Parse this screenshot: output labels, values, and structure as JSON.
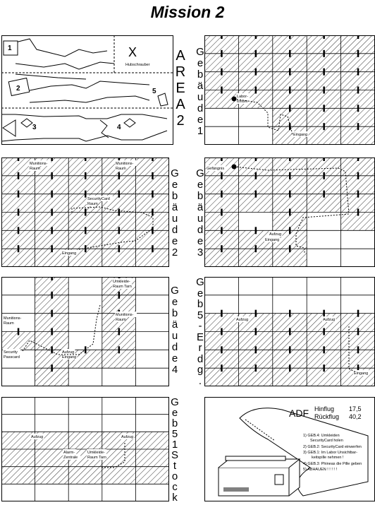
{
  "title": "Mission 2",
  "area": {
    "label": "AREA2",
    "letters": [
      "A",
      "R",
      "E",
      "A",
      "2"
    ],
    "marks": [
      "1",
      "2",
      "3",
      "4",
      "5"
    ],
    "x_mark": "X",
    "x_caption": "Hubschrauber"
  },
  "gebaeude1": {
    "letters": [
      "G",
      "e",
      "b",
      "ä",
      "u",
      "d",
      "e",
      "1"
    ],
    "labels": {
      "lab": "Labor-",
      "lab2": "torium",
      "entrance": "Eingang"
    }
  },
  "gebaeude2": {
    "letters": [
      "G",
      "e",
      "b",
      "ä",
      "u",
      "d",
      "e",
      "2"
    ],
    "labels": {
      "munL": "Munitions-",
      "munL2": "Raum",
      "munR": "Munitions-",
      "munR2": "Raum",
      "sec": "SecurityCard",
      "sec2": "Raum",
      "entrance": "Eingang"
    }
  },
  "gebaeude3": {
    "letters": [
      "G",
      "e",
      "b",
      "ä",
      "u",
      "d",
      "e",
      "3"
    ],
    "labels": {
      "prison": "Gefängnis",
      "lift": "Aufzug",
      "entrance": "Eingang"
    }
  },
  "gebaeude4": {
    "letters": [
      "G",
      "e",
      "b",
      "ä",
      "u",
      "d",
      "e",
      "4"
    ],
    "labels": {
      "change": "Umkleide-",
      "change2": "Raum Tarn",
      "mun": "Munitions-",
      "mun2": "Raum",
      "mun3": "Munitions-",
      "mun4": "Raum",
      "pass": "Security",
      "pass2": "Passcard",
      "lift": "Aufzug",
      "entrance": "Eingang"
    }
  },
  "gebaeude5e": {
    "letters": [
      "G",
      "e",
      "b",
      "5",
      "-",
      "E",
      "r",
      "d",
      "g",
      "."
    ],
    "labels": {
      "lift1": "Aufzug",
      "lift2": "Aufzug",
      "entrance": "Eingang"
    }
  },
  "gebaeude5s": {
    "letters": [
      "G",
      "e",
      "b",
      "5",
      "1",
      "S",
      "t",
      "o",
      "c",
      "k"
    ],
    "labels": {
      "lift1": "Aufzug",
      "lift2": "Aufzug",
      "alarm": "Alarm-",
      "alarm2": "Zentrale",
      "change": "Umkleide-",
      "change2": "Raum Tarn"
    }
  },
  "printout": {
    "adf": "ADF",
    "hin_label": "Hinflug",
    "hin_val": "17,5",
    "rueck_label": "Rückflug",
    "rueck_val": "40,2",
    "steps": [
      "1) GEB.4: Umkleiden",
      "SecurityCard holen",
      "2) GEB.2: SecurityCard einwerfen",
      "3) GEB.1: Im Labor Unsichtbar-",
      "keitspille nehmen !",
      "4) GEB.3: Phineas die Pille geben",
      "5) ABHAUEN ! ! ! ! !"
    ]
  },
  "colors": {
    "ink": "#000000",
    "paper": "#ffffff"
  }
}
